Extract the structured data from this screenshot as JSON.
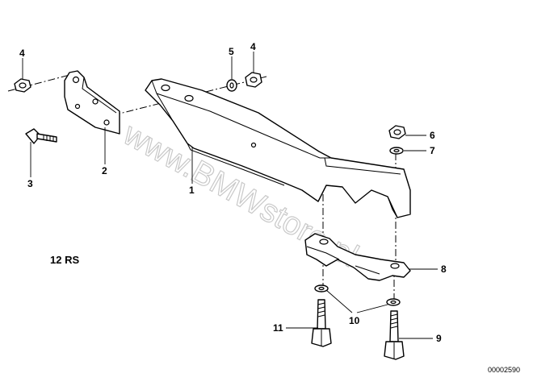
{
  "model_label": "12 RS",
  "diagram_code": "00002590",
  "watermark": "www.BMWstore.pl",
  "callouts": [
    {
      "id": "c4a",
      "text": "4"
    },
    {
      "id": "c5",
      "text": "5"
    },
    {
      "id": "c4b",
      "text": "4"
    },
    {
      "id": "c6",
      "text": "6"
    },
    {
      "id": "c7",
      "text": "7"
    },
    {
      "id": "c3",
      "text": "3"
    },
    {
      "id": "c2",
      "text": "2"
    },
    {
      "id": "c1",
      "text": "1"
    },
    {
      "id": "c8",
      "text": "8"
    },
    {
      "id": "c10",
      "text": "10"
    },
    {
      "id": "c11",
      "text": "11"
    },
    {
      "id": "c9",
      "text": "9"
    }
  ]
}
